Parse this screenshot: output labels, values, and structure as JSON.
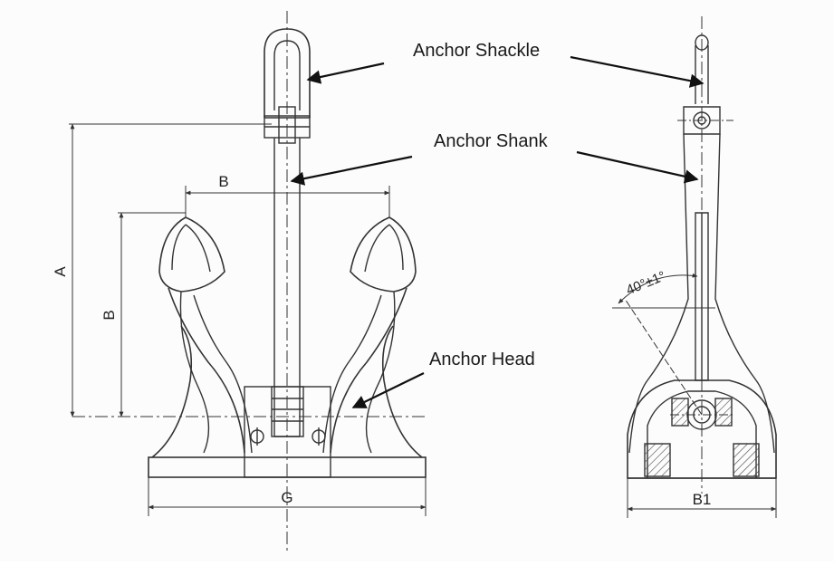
{
  "callouts": {
    "shackle": "Anchor Shackle",
    "shank": "Anchor Shank",
    "head": "Anchor Head"
  },
  "dimensions": {
    "a": "A",
    "b_top": "B",
    "b_side": "B",
    "g": "G",
    "b1": "B1",
    "angle": "40°±1°"
  },
  "colors": {
    "line": "#333333",
    "arrow": "#111111",
    "background": "#fcfcfc"
  }
}
